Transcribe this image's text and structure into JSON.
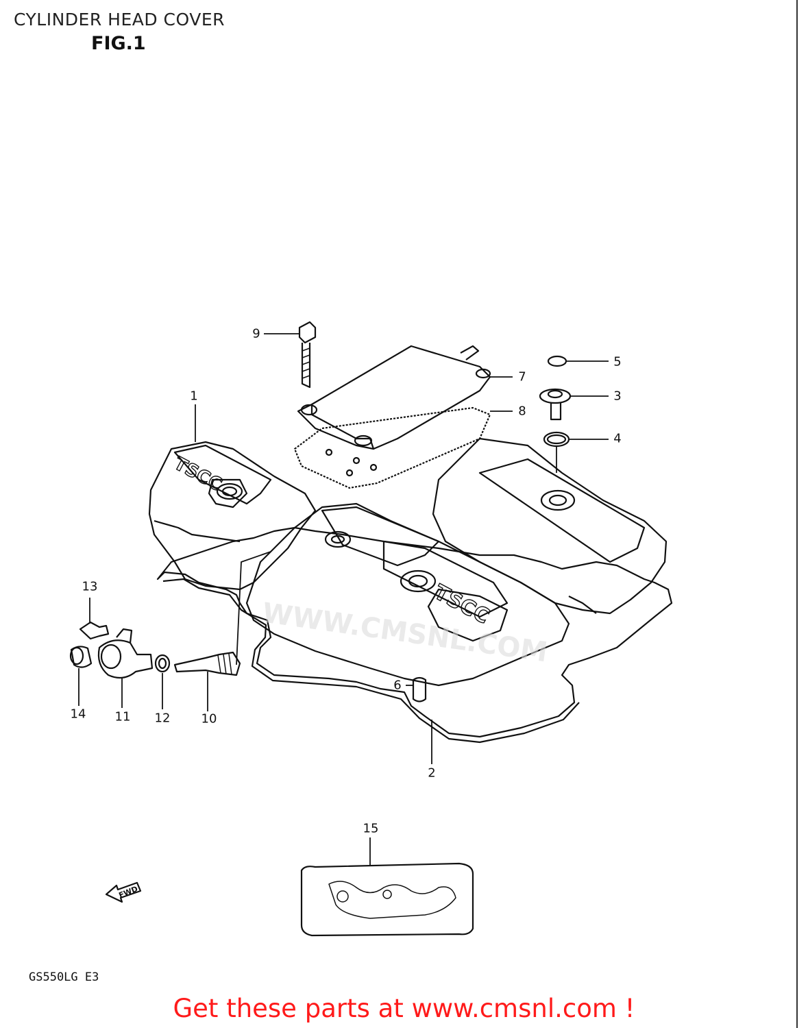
{
  "header": {
    "title": "CYLINDER HEAD COVER",
    "figure": "FIG.1"
  },
  "footer": {
    "model_code": "GS550LG E3",
    "promo": "Get these parts at www.cmsnl.com !"
  },
  "diagram": {
    "cover_logo": "TSCC",
    "direction_label": "FWD",
    "watermark": "WWW.CMSNL.COM"
  },
  "callouts": {
    "c1": "1",
    "c2": "2",
    "c3": "3",
    "c4": "4",
    "c5": "5",
    "c6": "6",
    "c7": "7",
    "c8": "8",
    "c9": "9",
    "c10": "10",
    "c11": "11",
    "c12": "12",
    "c13": "13",
    "c14": "14",
    "c15": "15"
  }
}
